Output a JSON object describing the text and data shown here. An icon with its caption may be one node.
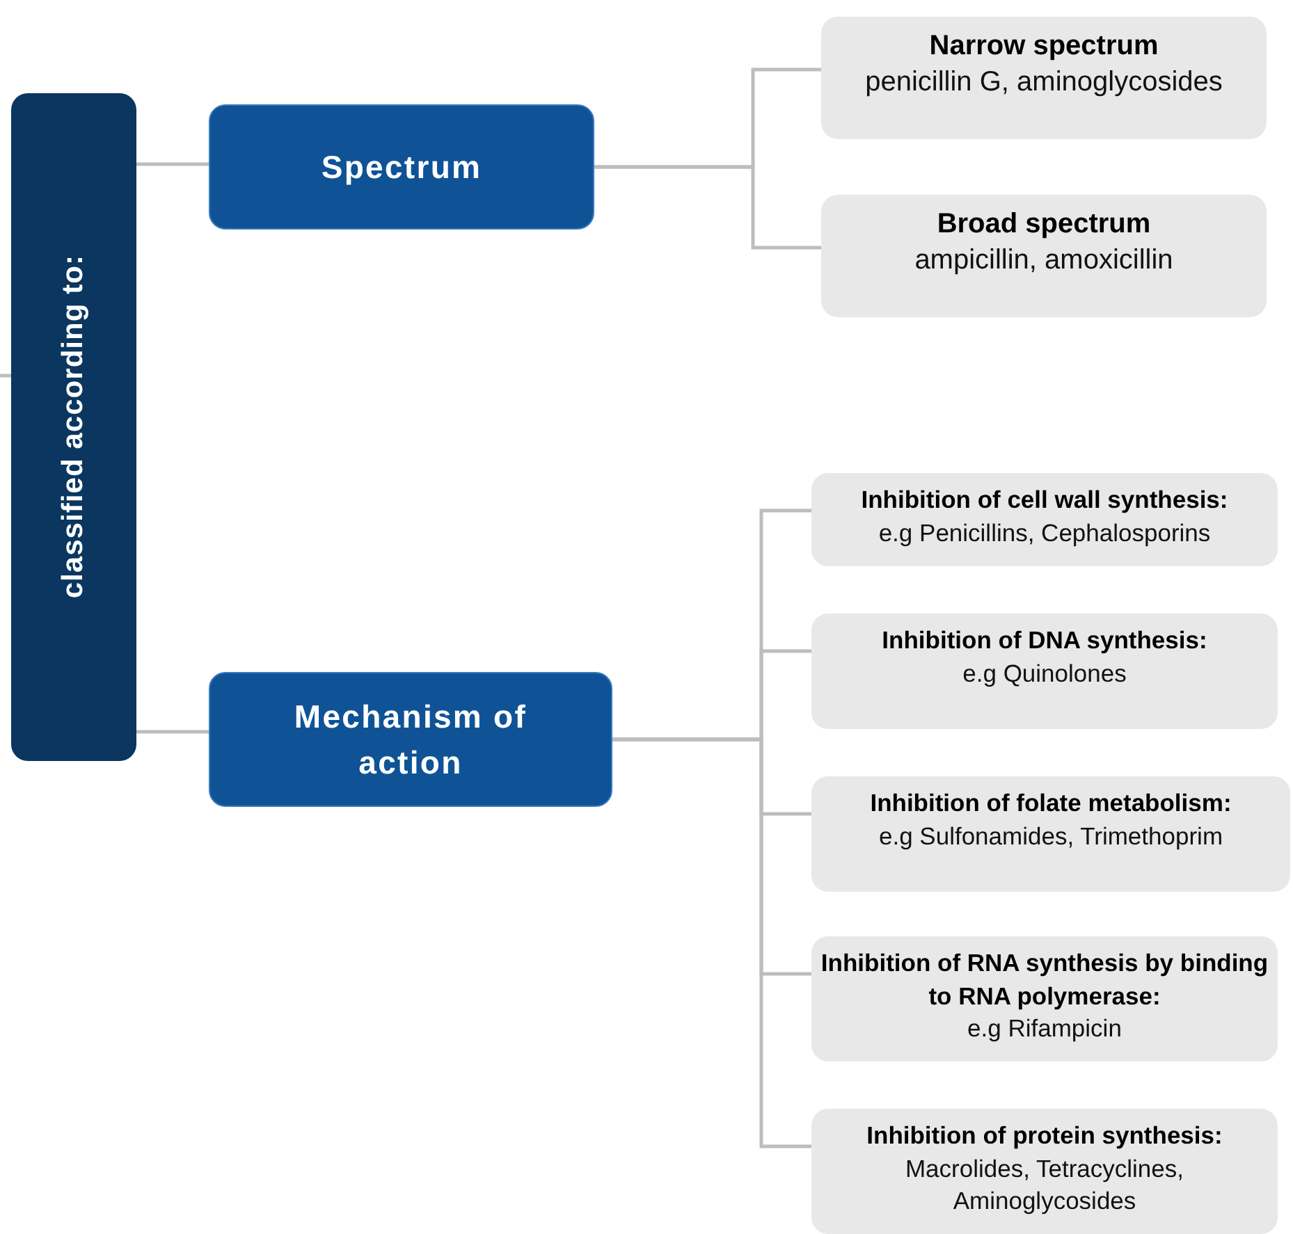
{
  "diagram": {
    "nodes": [
      {
        "text": [
          "classified according to:"
        ]
      },
      {
        "text": [
          "Spectrum"
        ]
      },
      {
        "text": [
          "Narrow spectrum",
          "penicillin G, aminoglycosides"
        ]
      },
      {
        "text": [
          "Broad spectrum",
          "ampicillin, amoxicillin"
        ]
      },
      {
        "text": [
          "Mechanism of action"
        ]
      },
      {
        "text": [
          "Inhibition of cell wall synthesis:",
          "e.g Penicillins, Cephalosporins"
        ]
      },
      {
        "text": [
          "Inhibition of DNA synthesis:",
          "e.g Quinolones"
        ]
      },
      {
        "text": [
          "Inhibition of folate metabolism:",
          "e.g Sulfonamides, Trimethoprim"
        ]
      },
      {
        "text": [
          "Inhibition of RNA synthesis by binding to RNA polymerase:",
          "e.g Rifampicin"
        ]
      },
      {
        "text": [
          "Inhibition of protein synthesis:",
          "Macrolides, Tetracyclines, Aminoglycosides"
        ]
      }
    ],
    "edges": [
      {
        "from": null,
        "to": 0,
        "arrow": "none"
      },
      {
        "from": 0,
        "to": 1,
        "arrow": "none"
      },
      {
        "from": 0,
        "to": 4,
        "arrow": "none"
      },
      {
        "from": 1,
        "to": 2,
        "arrow": "none"
      },
      {
        "from": 1,
        "to": 3,
        "arrow": "none"
      },
      {
        "from": 4,
        "to": 5,
        "arrow": "none"
      },
      {
        "from": 4,
        "to": 6,
        "arrow": "none"
      },
      {
        "from": 4,
        "to": 7,
        "arrow": "none"
      },
      {
        "from": 4,
        "to": 8,
        "arrow": "none"
      },
      {
        "from": 4,
        "to": 9,
        "arrow": "none"
      }
    ]
  }
}
